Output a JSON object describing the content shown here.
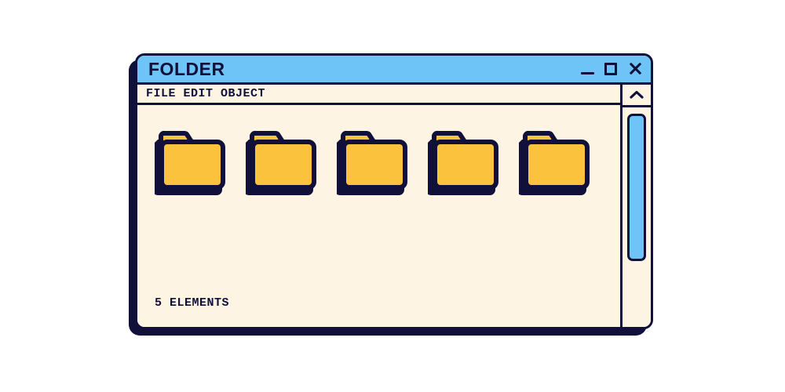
{
  "window": {
    "title": "FOLDER",
    "controls": [
      {
        "name": "minimize",
        "glyph": "_"
      },
      {
        "name": "maximize",
        "glyph": "□"
      },
      {
        "name": "close",
        "glyph": "✕"
      }
    ]
  },
  "menubar": {
    "text": "FILE EDIT OBJECT",
    "items": [
      "FILE",
      "EDIT",
      "OBJECT"
    ]
  },
  "scrollbar": {
    "up_button_icon": "chevron-up-icon",
    "thumb_position": "top"
  },
  "files": {
    "icon_type": "folder-icon",
    "count": 5,
    "items": [
      {
        "label": ""
      },
      {
        "label": ""
      },
      {
        "label": ""
      },
      {
        "label": ""
      },
      {
        "label": ""
      }
    ]
  },
  "statusbar": {
    "text": "5 ELEMENTS"
  },
  "colors": {
    "outline": "#10103a",
    "title_bar": "#6ec4f7",
    "background": "#fdf4e3",
    "folder": "#fbc33d",
    "scrollbar_thumb": "#6ec4f7",
    "shadow": "#10103a",
    "page": "#ffffff"
  }
}
